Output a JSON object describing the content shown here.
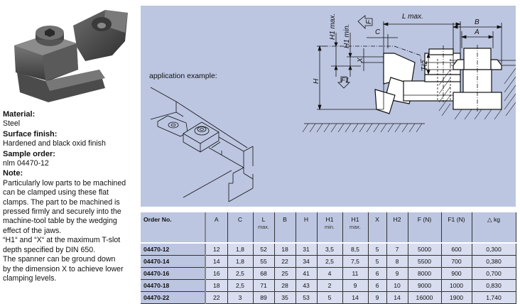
{
  "product": {
    "photo_alt": "Flat clamp product photo"
  },
  "info": {
    "material_heading": "Material:",
    "material_value": "Steel",
    "finish_heading": "Surface finish:",
    "finish_value": "Hardened and black oxid finish",
    "sample_heading": "Sample order:",
    "sample_value": "nlm 04470-12",
    "note_heading": "Note:",
    "note_lines": [
      "Particularly low parts to be machined",
      "can be clamped using these flat",
      "clamps. The part to be machined is",
      "pressed firmly and securely into the",
      "machine-tool table by the wedging",
      "effect of the jaws.",
      "“H1“ and “X“ at the maximum T-slot",
      "depth specified by DIN 650.",
      "The spanner can be ground down",
      "by the dimension X to achieve lower",
      "clamping levels."
    ]
  },
  "drawing": {
    "application_label": "application example:",
    "dimensions": {
      "l_max": "L max.",
      "c": "C",
      "h1_max": "H1 max.",
      "h1_min": "H1 min.",
      "x": "X",
      "h": "H",
      "f": "F",
      "f1": "F1",
      "b": "B",
      "a": "A",
      "h2": "H2"
    }
  },
  "table": {
    "headers": [
      {
        "label": "Order No.",
        "sub": ""
      },
      {
        "label": "A",
        "sub": ""
      },
      {
        "label": "C",
        "sub": ""
      },
      {
        "label": "L",
        "sub": "max."
      },
      {
        "label": "B",
        "sub": ""
      },
      {
        "label": "H",
        "sub": ""
      },
      {
        "label": "H1",
        "sub": "min."
      },
      {
        "label": "H1",
        "sub": "max."
      },
      {
        "label": "X",
        "sub": ""
      },
      {
        "label": "H2",
        "sub": ""
      },
      {
        "label": "F (N)",
        "sub": ""
      },
      {
        "label": "F1 (N)",
        "sub": ""
      },
      {
        "label": "kg",
        "sub": "",
        "icon": "weight-icon"
      }
    ],
    "rows": [
      [
        "04470-12",
        "12",
        "1,8",
        "52",
        "18",
        "31",
        "3,5",
        "8,5",
        "5",
        "7",
        "5000",
        "600",
        "0,300"
      ],
      [
        "04470-14",
        "14",
        "1,8",
        "55",
        "22",
        "34",
        "2,5",
        "7,5",
        "5",
        "8",
        "5500",
        "700",
        "0,380"
      ],
      [
        "04470-16",
        "16",
        "2,5",
        "68",
        "25",
        "41",
        "4",
        "11",
        "6",
        "9",
        "8000",
        "900",
        "0,700"
      ],
      [
        "04470-18",
        "18",
        "2,5",
        "71",
        "28",
        "43",
        "2",
        "9",
        "6",
        "10",
        "9000",
        "1000",
        "0,830"
      ],
      [
        "04470-22",
        "22",
        "3",
        "89",
        "35",
        "53",
        "5",
        "14",
        "9",
        "14",
        "16000",
        "1900",
        "1,740"
      ]
    ]
  }
}
